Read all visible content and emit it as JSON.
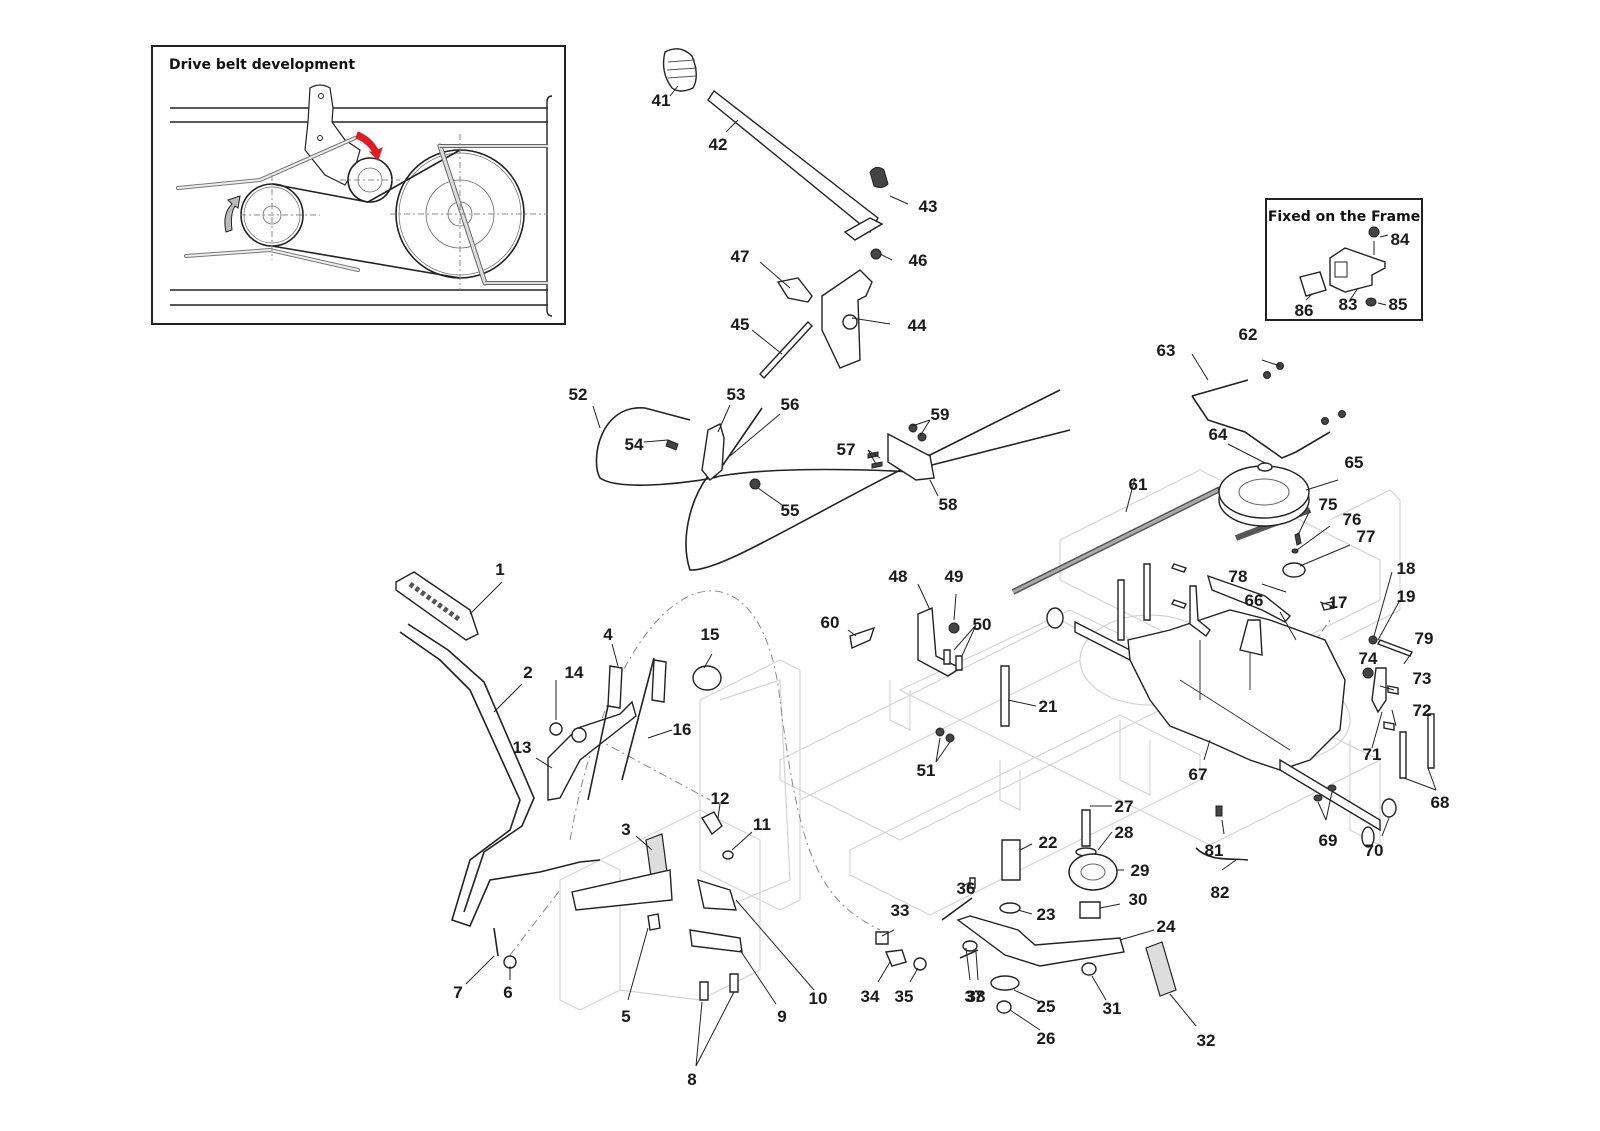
{
  "diagram": {
    "type": "exploded-parts-diagram",
    "insets": {
      "drive_belt": {
        "title": "Drive belt development",
        "accent_arrow_color": "#e01b24"
      },
      "frame": {
        "title": "Fixed on the Frame",
        "labels": [
          "84",
          "86",
          "83",
          "85"
        ]
      }
    },
    "labels": {
      "1": "1",
      "2": "2",
      "3": "3",
      "4": "4",
      "5": "5",
      "6": "6",
      "7": "7",
      "8": "8",
      "9": "9",
      "10": "10",
      "11": "11",
      "12": "12",
      "13": "13",
      "14": "14",
      "15": "15",
      "16": "16",
      "17": "17",
      "18": "18",
      "19": "19",
      "21": "21",
      "22": "22",
      "23": "23",
      "24": "24",
      "25": "25",
      "26": "26",
      "27": "27",
      "28": "28",
      "29": "29",
      "30": "30",
      "31": "31",
      "32": "32",
      "33": "33",
      "34": "34",
      "35": "35",
      "36": "36",
      "37": "37",
      "38": "38",
      "41": "41",
      "42": "42",
      "43": "43",
      "44": "44",
      "45": "45",
      "46": "46",
      "47": "47",
      "48": "48",
      "49": "49",
      "50": "50",
      "51": "51",
      "52": "52",
      "53": "53",
      "54": "54",
      "55": "55",
      "56": "56",
      "57": "57",
      "58": "58",
      "59": "59",
      "60": "60",
      "61": "61",
      "62": "62",
      "63": "63",
      "64": "64",
      "65": "65",
      "66": "66",
      "67": "67",
      "68": "68",
      "69": "69",
      "70": "70",
      "71": "71",
      "72": "72",
      "73": "73",
      "74": "74",
      "75": "75",
      "76": "76",
      "77": "77",
      "78": "78",
      "79": "79",
      "81": "81",
      "82": "82",
      "83": "83",
      "84": "84",
      "85": "85",
      "86": "86"
    }
  }
}
